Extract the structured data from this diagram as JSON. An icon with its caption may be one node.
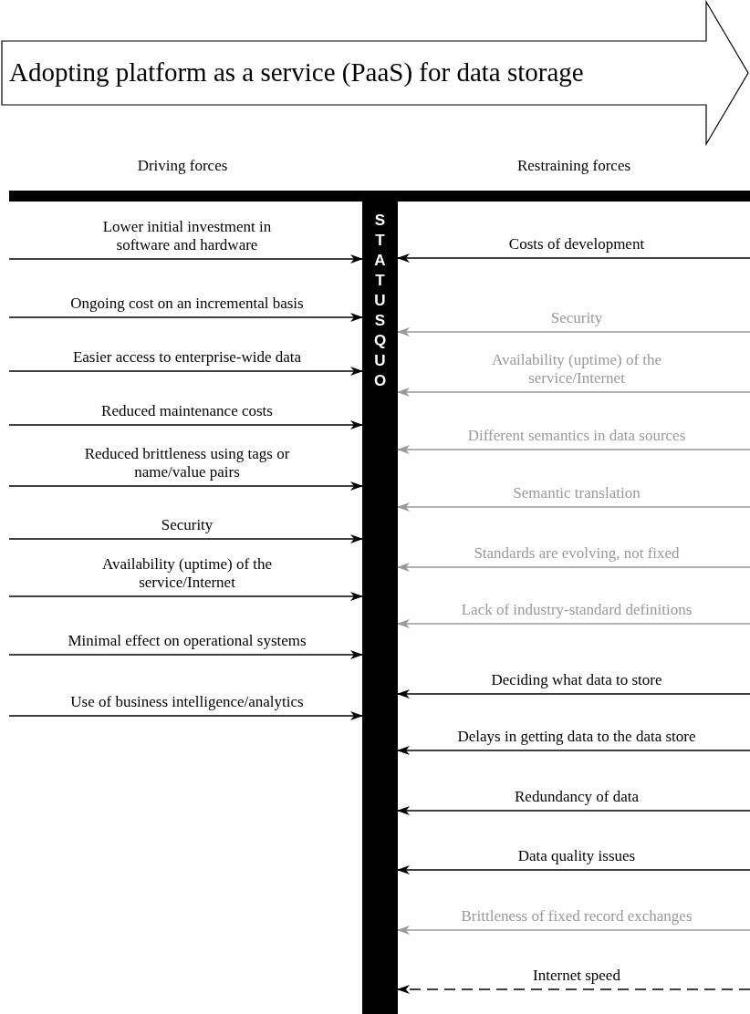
{
  "diagram": {
    "nodes": [
      {
        "text": [
          "Adopting platform as a service (PaaS) for data storage"
        ]
      },
      {
        "text": [
          "STATUS QUO"
        ]
      }
    ],
    "edges": [
      {
        "from": null,
        "to": 1,
        "arrow": "to",
        "label": "Lower initial investment in software and hardware"
      },
      {
        "from": null,
        "to": 1,
        "arrow": "to",
        "label": "Ongoing cost on an incremental basis"
      },
      {
        "from": null,
        "to": 1,
        "arrow": "to",
        "label": "Easier access to enterprise-wide data"
      },
      {
        "from": null,
        "to": 1,
        "arrow": "to",
        "label": "Reduced maintenance costs"
      },
      {
        "from": null,
        "to": 1,
        "arrow": "to",
        "label": "Reduced brittleness using tags or name/value pairs"
      },
      {
        "from": null,
        "to": 1,
        "arrow": "to",
        "label": "Security"
      },
      {
        "from": null,
        "to": 1,
        "arrow": "to",
        "label": "Availability (uptime) of the service/Internet"
      },
      {
        "from": null,
        "to": 1,
        "arrow": "to",
        "label": "Minimal effect on operational systems"
      },
      {
        "from": null,
        "to": 1,
        "arrow": "to",
        "label": "Use of business intelligence/analytics"
      },
      {
        "from": null,
        "to": 1,
        "arrow": "to",
        "label": "Costs of development"
      },
      {
        "from": null,
        "to": 1,
        "arrow": "to",
        "label": "Security",
        "color": "#999999"
      },
      {
        "from": null,
        "to": 1,
        "arrow": "to",
        "label": "Availability (uptime) of the service/Internet",
        "color": "#999999"
      },
      {
        "from": null,
        "to": 1,
        "arrow": "to",
        "label": "Different semantics in data sources",
        "color": "#999999"
      },
      {
        "from": null,
        "to": 1,
        "arrow": "to",
        "label": "Semantic translation",
        "color": "#999999"
      },
      {
        "from": null,
        "to": 1,
        "arrow": "to",
        "label": "Standards are evolving, not fixed",
        "color": "#999999"
      },
      {
        "from": null,
        "to": 1,
        "arrow": "to",
        "label": "Lack of industry-standard definitions",
        "color": "#999999"
      },
      {
        "from": null,
        "to": 1,
        "arrow": "to",
        "label": "Deciding what data to store"
      },
      {
        "from": null,
        "to": 1,
        "arrow": "to",
        "label": "Delays in getting data to the data store"
      },
      {
        "from": null,
        "to": 1,
        "arrow": "to",
        "label": "Redundancy of data"
      },
      {
        "from": null,
        "to": 1,
        "arrow": "to",
        "label": "Data quality issues"
      },
      {
        "from": null,
        "to": 1,
        "arrow": "to",
        "label": "Brittleness of fixed record exchanges",
        "color": "#999999"
      },
      {
        "from": null,
        "to": 1,
        "arrow": "to",
        "label": "Internet speed",
        "style": "dashed"
      }
    ],
    "labels": [
      "Driving forces",
      "Restraining forces"
    ]
  }
}
